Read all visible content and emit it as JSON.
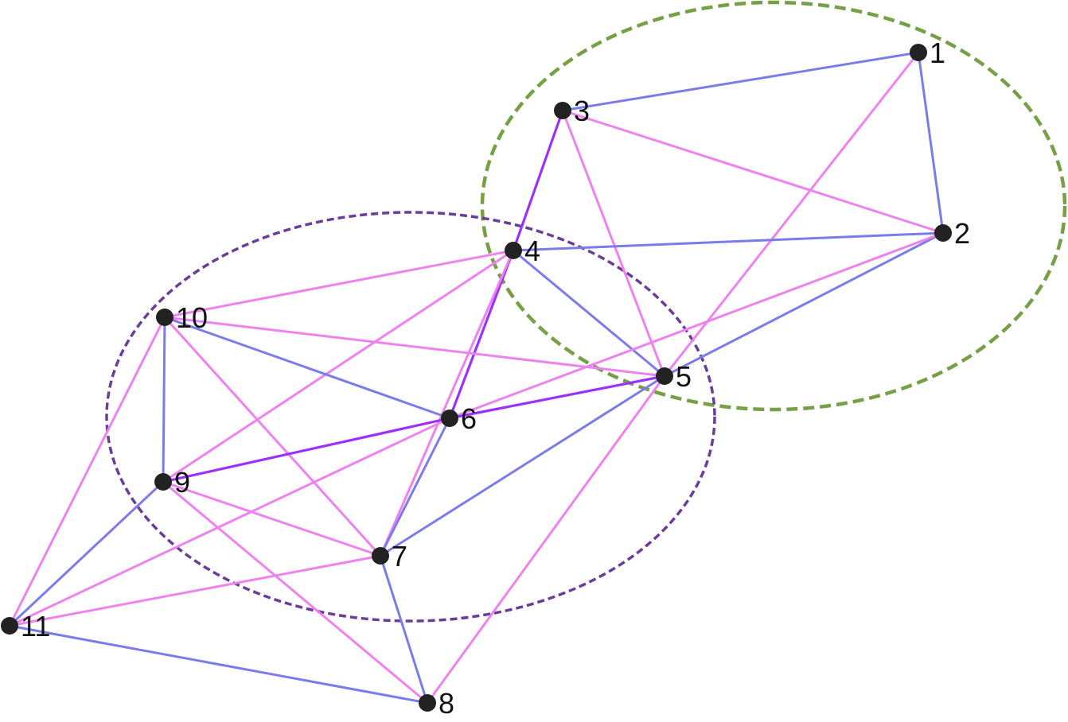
{
  "colors": {
    "edge_blue": "#7B7BEA",
    "edge_pink": "#EE82EE",
    "edge_purple": "#9B30FF",
    "node": "#222222",
    "cluster_green": "#76A046",
    "cluster_purple": "#6A3D9A",
    "background": "#FFFFFF"
  },
  "nodes": [
    {
      "id": "1",
      "label": "1"
    },
    {
      "id": "2",
      "label": "2"
    },
    {
      "id": "3",
      "label": "3"
    },
    {
      "id": "4",
      "label": "4"
    },
    {
      "id": "5",
      "label": "5"
    },
    {
      "id": "6",
      "label": "6"
    },
    {
      "id": "7",
      "label": "7"
    },
    {
      "id": "8",
      "label": "8"
    },
    {
      "id": "9",
      "label": "9"
    },
    {
      "id": "10",
      "label": "10"
    },
    {
      "id": "11",
      "label": "11"
    }
  ],
  "edges": [
    {
      "source": "1",
      "target": "3",
      "kind": "blue"
    },
    {
      "source": "1",
      "target": "2",
      "kind": "blue"
    },
    {
      "source": "1",
      "target": "5",
      "kind": "pink"
    },
    {
      "source": "3",
      "target": "2",
      "kind": "pink"
    },
    {
      "source": "3",
      "target": "4",
      "kind": "purple"
    },
    {
      "source": "3",
      "target": "5",
      "kind": "pink"
    },
    {
      "source": "4",
      "target": "2",
      "kind": "blue"
    },
    {
      "source": "4",
      "target": "5",
      "kind": "blue"
    },
    {
      "source": "4",
      "target": "10",
      "kind": "pink"
    },
    {
      "source": "4",
      "target": "9",
      "kind": "pink"
    },
    {
      "source": "4",
      "target": "6",
      "kind": "purple"
    },
    {
      "source": "4",
      "target": "7",
      "kind": "pink"
    },
    {
      "source": "2",
      "target": "5",
      "kind": "blue"
    },
    {
      "source": "2",
      "target": "6",
      "kind": "pink"
    },
    {
      "source": "10",
      "target": "5",
      "kind": "pink"
    },
    {
      "source": "10",
      "target": "6",
      "kind": "blue"
    },
    {
      "source": "10",
      "target": "9",
      "kind": "blue"
    },
    {
      "source": "10",
      "target": "7",
      "kind": "pink"
    },
    {
      "source": "10",
      "target": "11",
      "kind": "pink"
    },
    {
      "source": "5",
      "target": "6",
      "kind": "purple"
    },
    {
      "source": "5",
      "target": "7",
      "kind": "blue"
    },
    {
      "source": "5",
      "target": "8",
      "kind": "pink"
    },
    {
      "source": "6",
      "target": "9",
      "kind": "purple"
    },
    {
      "source": "6",
      "target": "7",
      "kind": "blue"
    },
    {
      "source": "6",
      "target": "11",
      "kind": "pink"
    },
    {
      "source": "9",
      "target": "7",
      "kind": "pink"
    },
    {
      "source": "9",
      "target": "8",
      "kind": "pink"
    },
    {
      "source": "9",
      "target": "11",
      "kind": "blue"
    },
    {
      "source": "7",
      "target": "11",
      "kind": "pink"
    },
    {
      "source": "7",
      "target": "8",
      "kind": "blue"
    },
    {
      "source": "11",
      "target": "8",
      "kind": "blue"
    }
  ],
  "clusters": [
    {
      "id": "cluster-green",
      "members": [
        "1",
        "2",
        "3",
        "4",
        "5"
      ],
      "color": "#76A046",
      "style": "dashed"
    },
    {
      "id": "cluster-purple",
      "members": [
        "4",
        "5",
        "6",
        "7",
        "9",
        "10"
      ],
      "color": "#6A3D9A",
      "style": "dashed"
    }
  ]
}
